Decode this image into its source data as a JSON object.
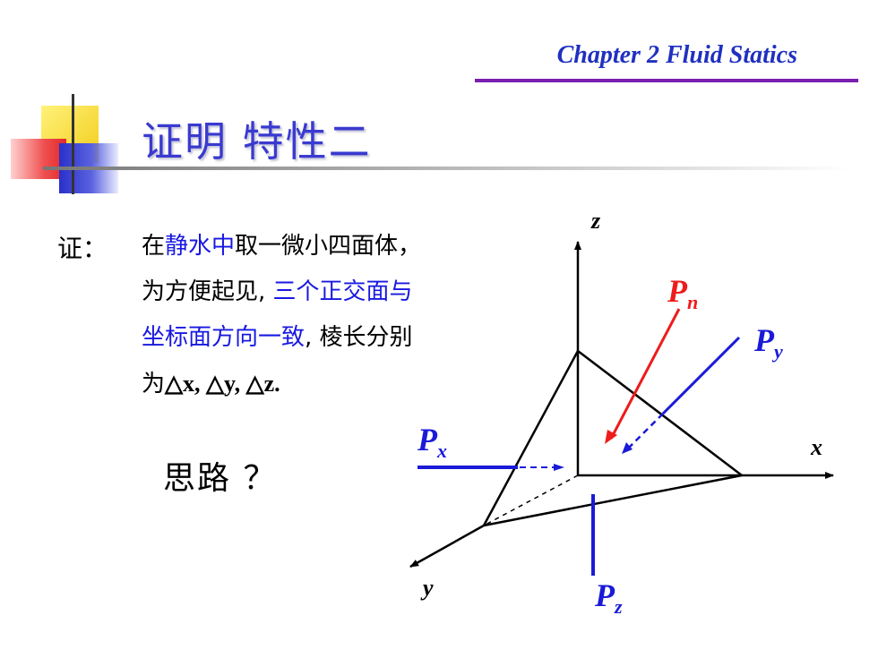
{
  "header": {
    "chapter": "Chapter 2  Fluid Statics"
  },
  "title": "证明 特性二",
  "proof": {
    "label": "证：",
    "line1_a": "在",
    "line1_b": "静水中",
    "line1_c": "取一微小四面体，",
    "line2_a": "为方便起见, ",
    "line2_b": "三个正交面与",
    "line3_a": "坐标面方向一致",
    "line3_b": ", 棱长分别",
    "line4_a": "为",
    "line4_b": "△x, △y, △z."
  },
  "idea": "思路 ？",
  "diagram": {
    "axis_x": "x",
    "axis_y": "y",
    "axis_z": "z",
    "forces": [
      {
        "symbol": "P",
        "sub": "n",
        "color": "#ee1c1c"
      },
      {
        "symbol": "P",
        "sub": "y",
        "color": "#1a1ad8"
      },
      {
        "symbol": "P",
        "sub": "x",
        "color": "#1a1ad8"
      },
      {
        "symbol": "P",
        "sub": "z",
        "color": "#1a1ad8"
      }
    ]
  },
  "colors": {
    "accent": "#1818e0",
    "title": "#3a3ad0",
    "rule": "#7a1fb0",
    "red": "#ee1c1c"
  }
}
